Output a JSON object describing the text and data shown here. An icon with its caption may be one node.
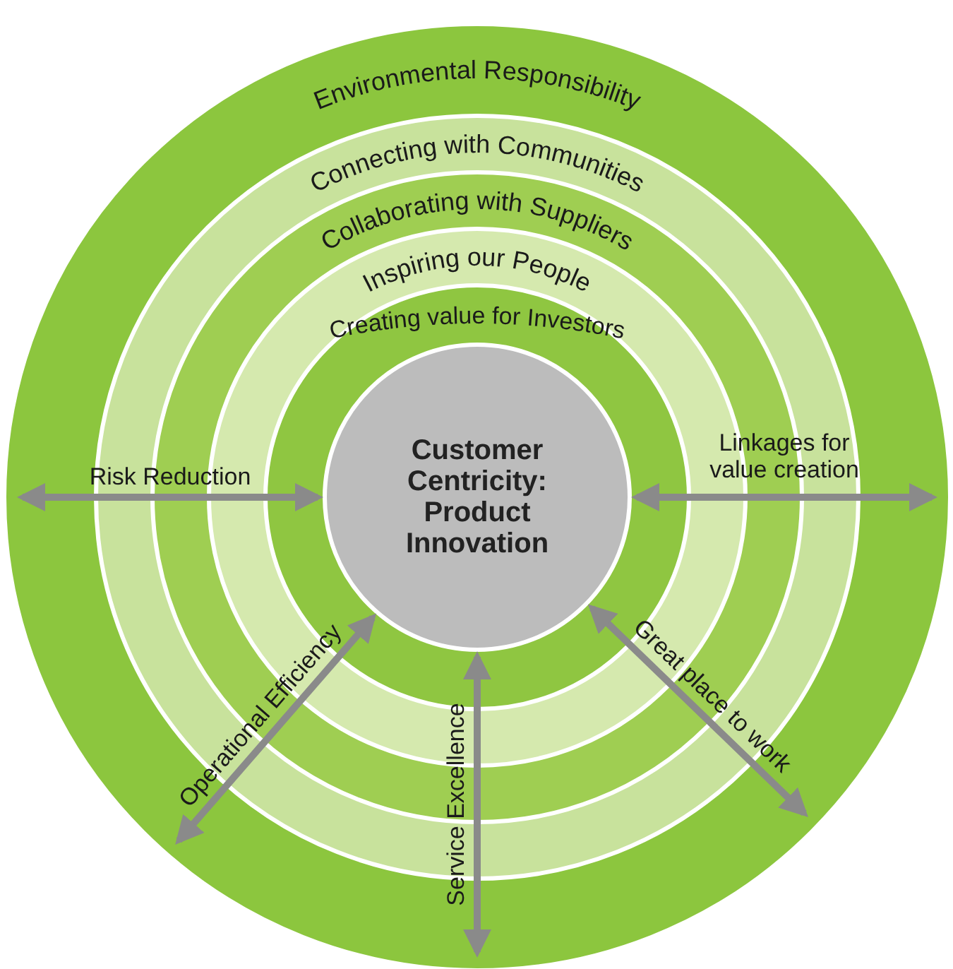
{
  "diagram": {
    "nodes": [
      {
        "text": [
          "Environmental Responsibility"
        ]
      },
      {
        "text": [
          "Connecting with Communities"
        ],
        "in": 0
      },
      {
        "text": [
          "Collaborating with Suppliers"
        ],
        "in": 1
      },
      {
        "text": [
          "Inspiring our People"
        ],
        "in": 2
      },
      {
        "text": [
          "Creating value for Investors"
        ],
        "in": 3
      },
      {
        "text": [
          "Customer Centricity: Product Innovation"
        ],
        "in": 4
      }
    ],
    "edges": [
      {
        "from": 5,
        "to": null,
        "arrow": "both",
        "label": "Risk Reduction"
      },
      {
        "from": 5,
        "to": null,
        "arrow": "both",
        "label": "Linkages for value creation"
      },
      {
        "from": 5,
        "to": null,
        "arrow": "both",
        "label": "Operational Efficiency"
      },
      {
        "from": 5,
        "to": null,
        "arrow": "both",
        "label": "Service Excellence"
      },
      {
        "from": 5,
        "to": null,
        "arrow": "both",
        "label": "Great place to work"
      }
    ]
  }
}
